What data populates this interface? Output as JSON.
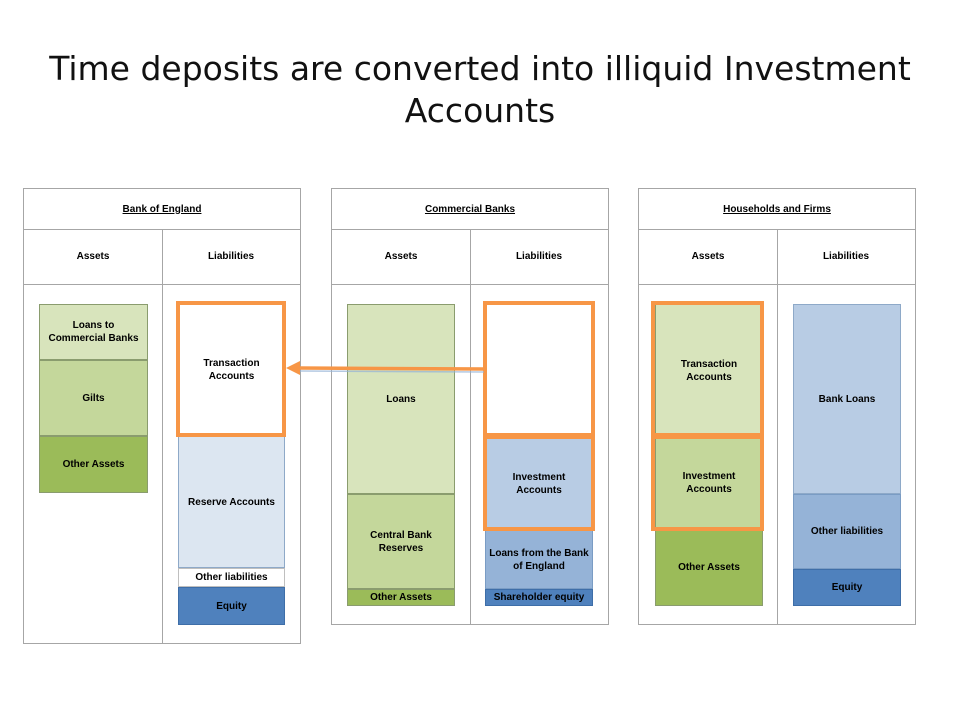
{
  "title": "Time deposits are converted into illiquid Investment Accounts",
  "colors": {
    "highlight": "#f79646"
  },
  "panels": {
    "boe": {
      "header": "Bank of England",
      "assets_label": "Assets",
      "liabilities_label": "Liabilities",
      "assets": [
        "Loans to Commercial Banks",
        "Gilts",
        "Other Assets"
      ],
      "liabilities": [
        "Transaction Accounts",
        "Reserve Accounts",
        "Other liabilities",
        "Equity"
      ]
    },
    "cb": {
      "header": "Commercial Banks",
      "assets_label": "Assets",
      "liabilities_label": "Liabilities",
      "assets": [
        "Loans",
        "Central Bank Reserves",
        "Other Assets"
      ],
      "liabilities": [
        "",
        "Investment Accounts",
        "Loans from the Bank of England",
        "Shareholder equity"
      ]
    },
    "hf": {
      "header": "Households and Firms",
      "assets_label": "Assets",
      "liabilities_label": "Liabilities",
      "assets": [
        "Transaction Accounts",
        "Investment Accounts",
        "Other Assets"
      ],
      "liabilities": [
        "Bank Loans",
        "Other liabilities",
        "Equity"
      ]
    }
  }
}
